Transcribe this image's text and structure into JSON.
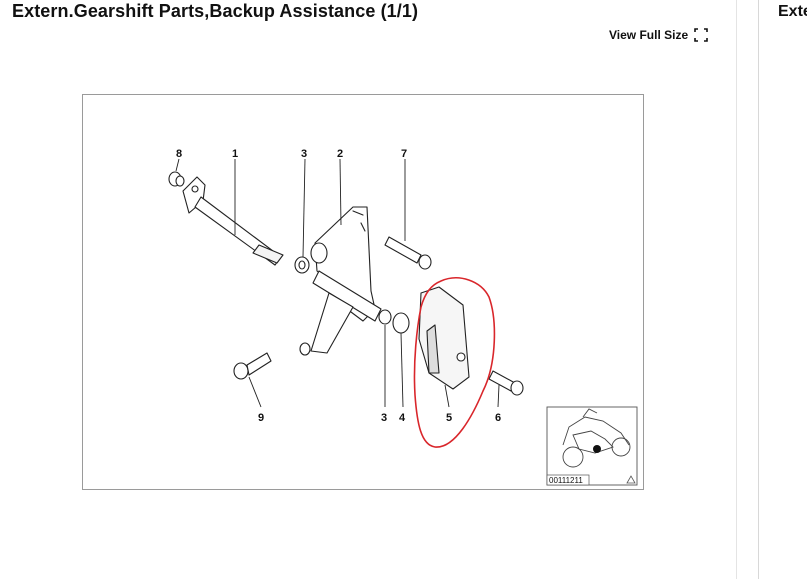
{
  "page": {
    "title": "Extern.Gearshift Parts,Backup Assistance (1/1)",
    "view_full_size": "View Full Size",
    "side_title": "Extern.Gearshift Parts,Backup Assistance"
  },
  "diagram": {
    "callouts": [
      "8",
      "1",
      "3",
      "2",
      "7",
      "9",
      "3",
      "4",
      "5",
      "6"
    ],
    "image_id": "00111211",
    "highlight_color": "#d9262b",
    "icons": [
      "expand-icon",
      "warning-triangle-icon"
    ]
  }
}
